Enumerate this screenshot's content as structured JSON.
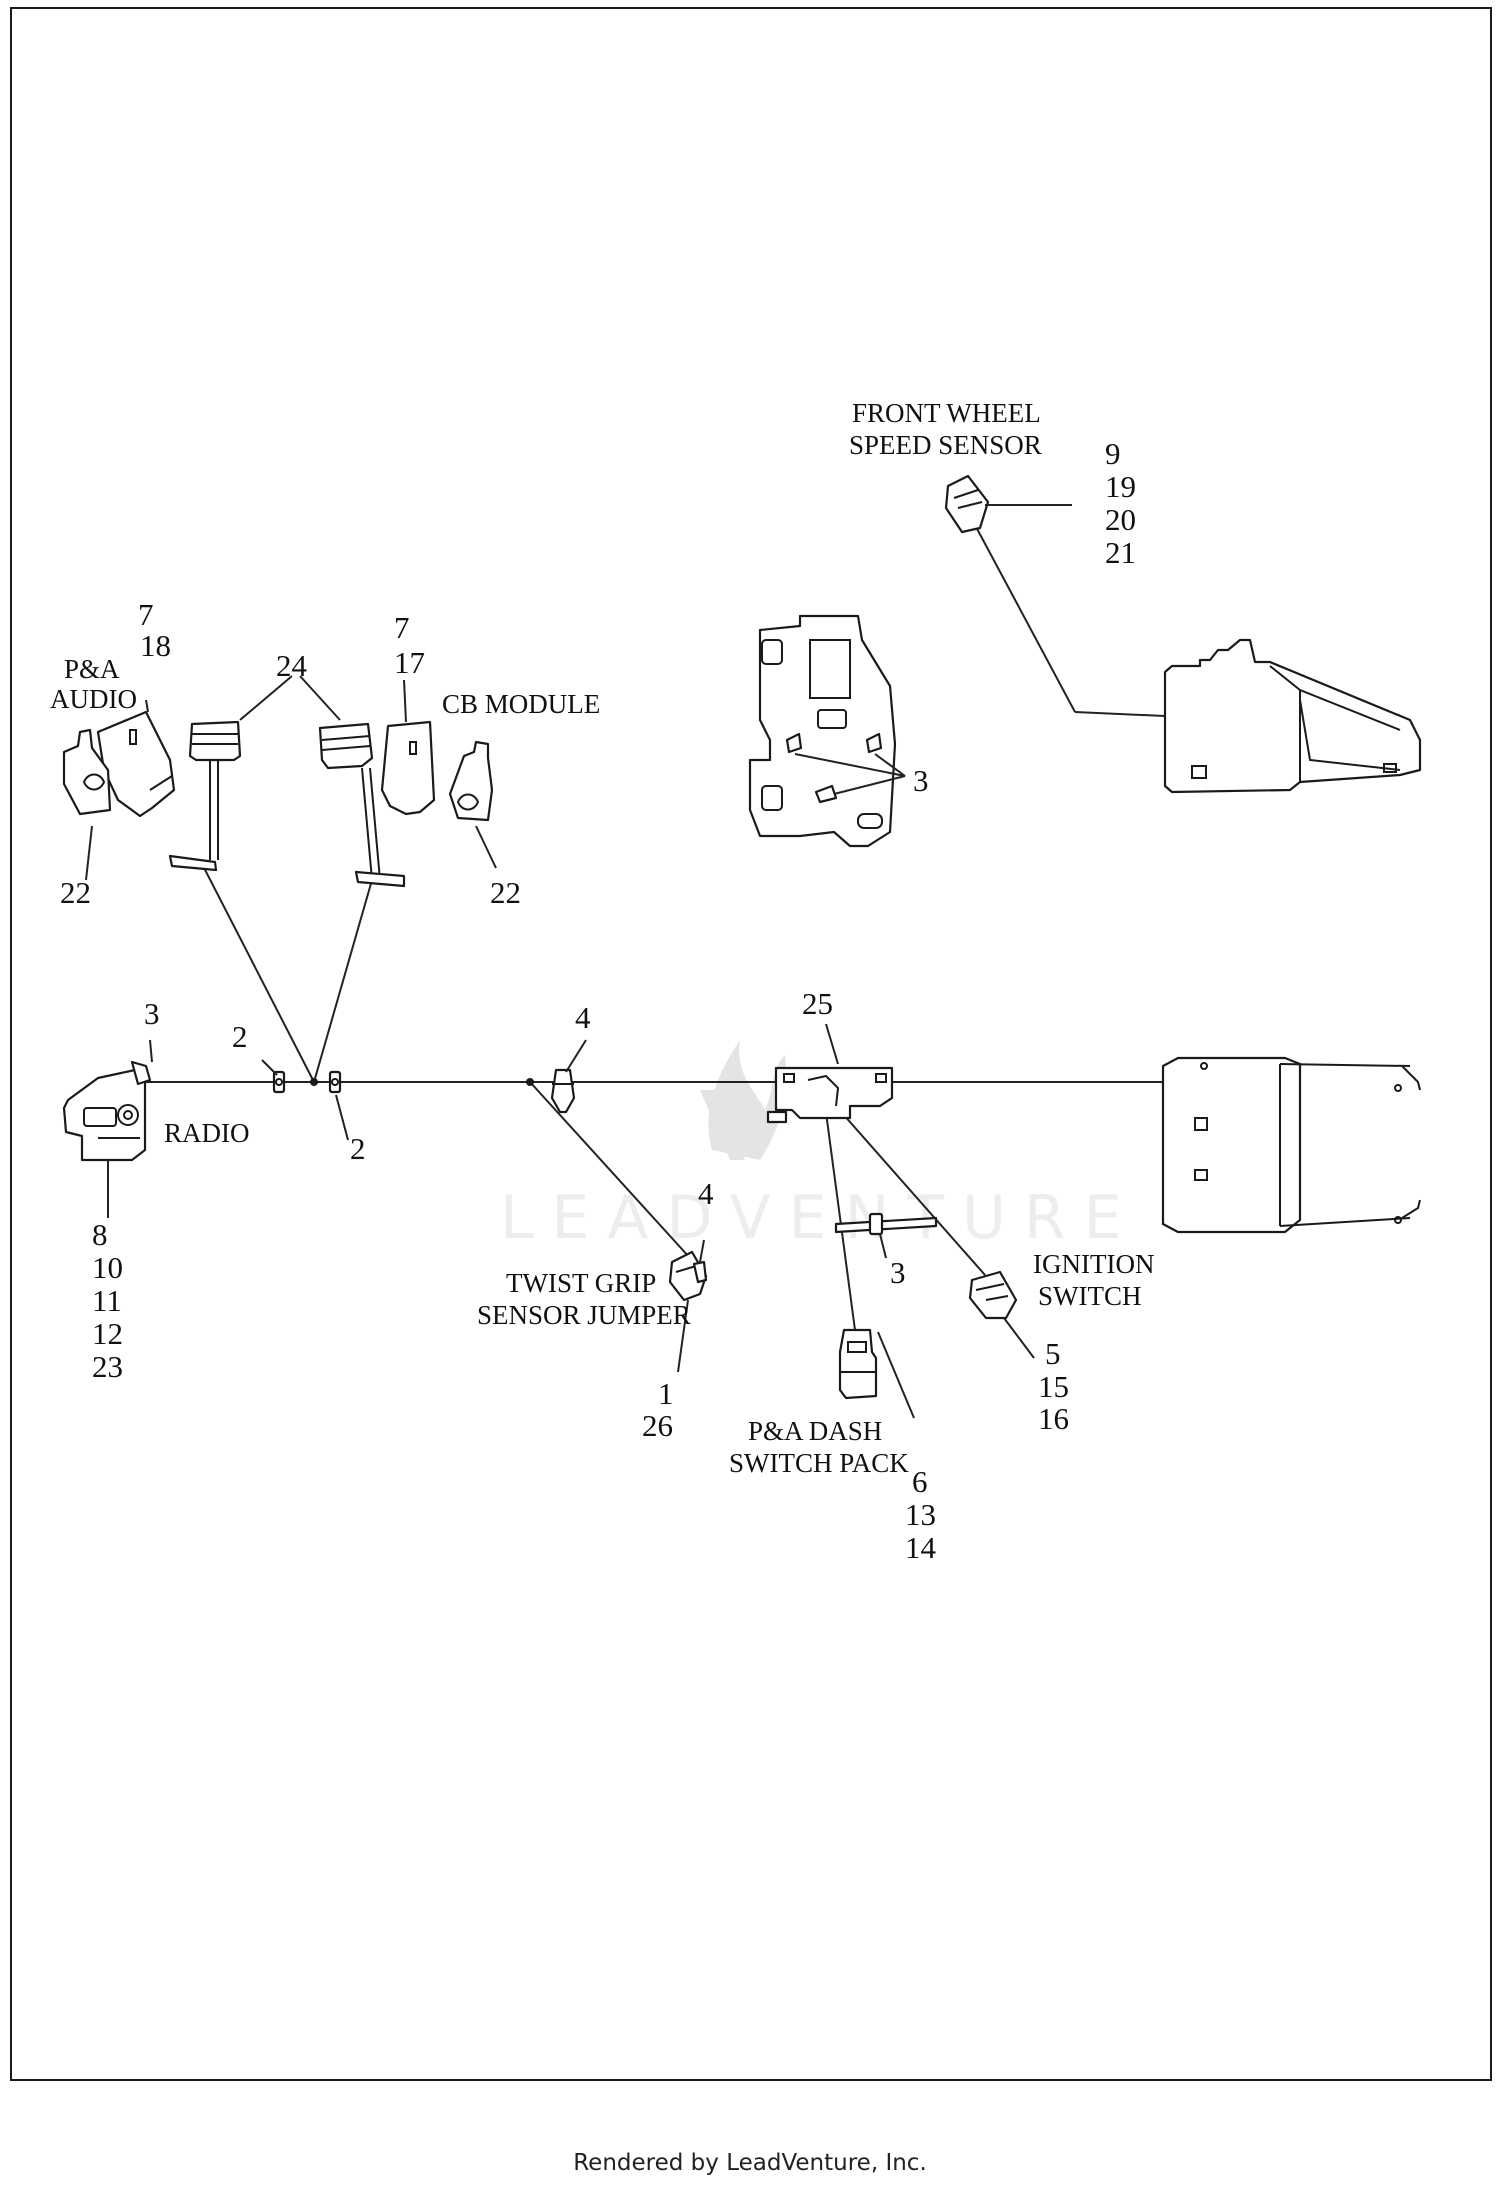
{
  "labels": {
    "front_wheel_speed_sensor": [
      "FRONT WHEEL",
      "SPEED SENSOR"
    ],
    "pa_audio": [
      "P&A",
      "AUDIO"
    ],
    "cb_module": "CB MODULE",
    "radio": "RADIO",
    "twist_grip": [
      "TWIST GRIP",
      "SENSOR JUMPER"
    ],
    "ignition_switch": [
      "IGNITION",
      "SWITCH"
    ],
    "pa_dash_switch_pack": [
      "P&A DASH",
      "SWITCH PACK"
    ]
  },
  "callouts": {
    "speed_sensor": [
      "9",
      "19",
      "20",
      "21"
    ],
    "pa_audio_top": [
      "7",
      "18"
    ],
    "connector_pair": "24",
    "cb_module_top": [
      "7",
      "17"
    ],
    "clip_bracket": "3",
    "pa_audio_cap": "22",
    "cb_cap": "22",
    "radio_clip": "3",
    "tie_left": "2",
    "tie_right": "2",
    "clip_center": "4",
    "bracket_center": "25",
    "radio_parts": [
      "8",
      "10",
      "11",
      "12",
      "23"
    ],
    "twist_grip_clip": "4",
    "tie_lower": "3",
    "twist_grip_parts": [
      "1",
      "26"
    ],
    "ignition_parts": [
      "5",
      "15",
      "16"
    ],
    "dash_switch_parts": [
      "6",
      "13",
      "14"
    ]
  },
  "watermark": "LEADVENTURE",
  "footer": "Rendered by LeadVenture, Inc."
}
